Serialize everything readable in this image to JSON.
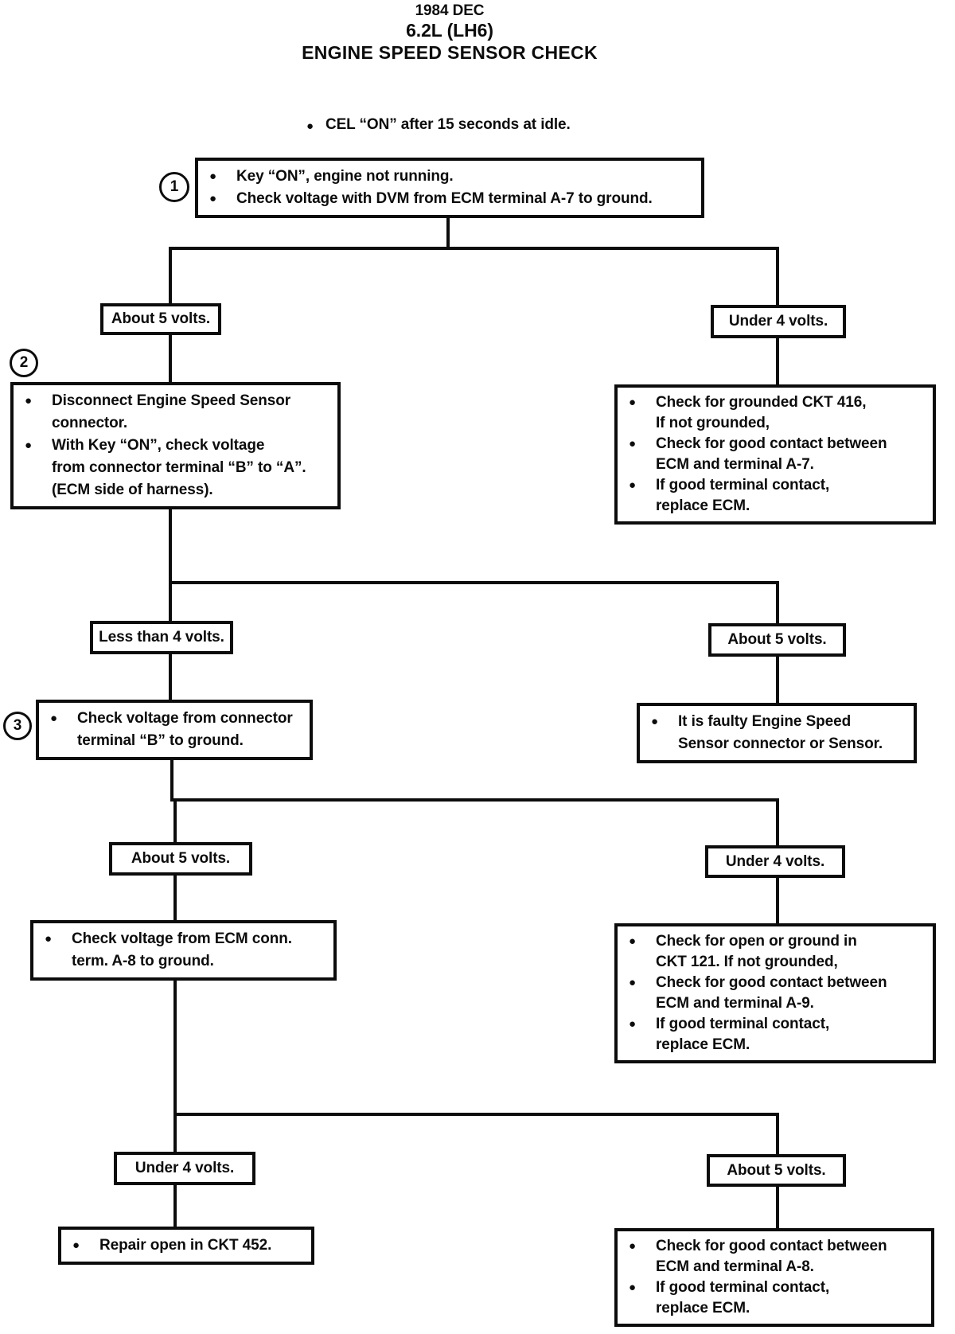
{
  "glyphs": {
    "bullet": "●"
  },
  "colors": {
    "ink": "#0c0c0c",
    "paper": "#ffffff"
  },
  "title": {
    "line1": "1984 DEC",
    "line2": "6.2L (LH6)",
    "line3": "ENGINE SPEED SENSOR CHECK"
  },
  "intro": {
    "text": "CEL “ON” after 15 seconds at idle."
  },
  "step_markers": {
    "step1": "1",
    "step2": "2",
    "step3": "3"
  },
  "decision_labels": {
    "branch1_left": "About 5 volts.",
    "branch1_right": "Under 4 volts.",
    "branch2_left": "Less than 4 volts.",
    "branch2_right": "About 5 volts.",
    "branch3_left": "About 5 volts.",
    "branch3_right": "Under 4 volts.",
    "branch4_left": "Under 4 volts.",
    "branch4_right": "About 5 volts."
  },
  "boxes": {
    "step1": {
      "bullets": [
        "Key “ON”, engine not running.",
        "Check voltage with DVM from ECM terminal A-7 to ground."
      ]
    },
    "step2": {
      "bullets": [
        "Disconnect Engine Speed Sensor\nconnector.",
        "With Key “ON”, check voltage\nfrom connector terminal “B” to “A”.\n(ECM side of harness)."
      ]
    },
    "ckt416": {
      "bullets": [
        "Check for grounded CKT 416,\nIf not grounded,",
        "Check for good contact between\nECM and terminal A-7.",
        "If good terminal contact,\nreplace ECM."
      ]
    },
    "step3": {
      "bullets": [
        "Check voltage from connector\nterminal “B” to ground."
      ]
    },
    "faulty_sensor": {
      "bullets": [
        "It is faulty Engine Speed\nSensor connector or Sensor."
      ]
    },
    "ecm_a8": {
      "bullets": [
        "Check voltage from ECM conn.\nterm. A-8 to ground."
      ]
    },
    "ckt121": {
      "bullets": [
        "Check for open or ground in\nCKT 121.  If not grounded,",
        "Check for good contact between\nECM and terminal A-9.",
        "If good terminal contact,\nreplace ECM."
      ]
    },
    "repair452": {
      "bullets": [
        "Repair open in CKT 452."
      ]
    },
    "final_a8": {
      "bullets": [
        "Check for good contact between\nECM and terminal A-8.",
        "If good terminal contact,\nreplace ECM."
      ]
    }
  }
}
